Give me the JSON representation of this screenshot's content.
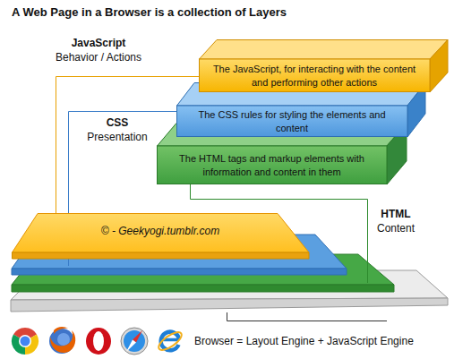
{
  "diagram": {
    "title": "A Web Page in a Browser is a collection of Layers",
    "nodes": [
      {
        "text": [
          "The JavaScript, for interacting with the content and performing other actions"
        ]
      },
      {
        "text": [
          "The CSS rules for styling the elements and content"
        ]
      },
      {
        "text": [
          "The HTML tags and markup elements with information and content in them"
        ]
      },
      {
        "text": [
          "© - Geekyogi.tumblr.com"
        ]
      }
    ],
    "edges": [
      {
        "from": 0,
        "to": 3,
        "arrow": "none"
      }
    ],
    "labels": [
      "JavaScript",
      "Behavior / Actions",
      "CSS",
      "Presentation",
      "HTML",
      "Content",
      "Browser = Layout Engine + JavaScript Engine"
    ]
  }
}
